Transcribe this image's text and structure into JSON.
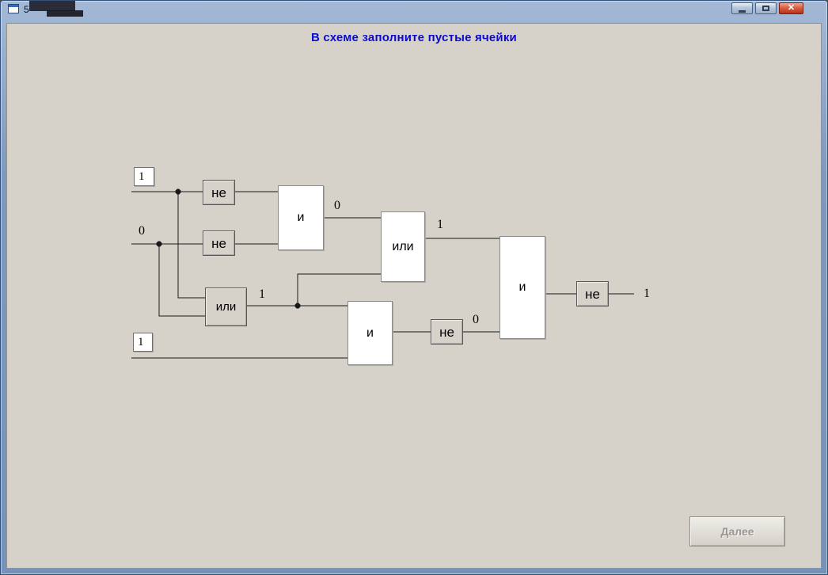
{
  "window": {
    "title": "5"
  },
  "header": {
    "title": "В схеме заполните пустые ячейки"
  },
  "circuit": {
    "inputs": {
      "in1": "1",
      "in2": "0",
      "in3": "1"
    },
    "gates": {
      "not1": "не",
      "not2": "не",
      "and1": "и",
      "or1": "или",
      "or2": "или",
      "and2": "и",
      "not3": "не",
      "and3": "и",
      "not4": "не"
    },
    "wire_labels": {
      "and1_out": "0",
      "or1_out": "1",
      "or2_out": "1",
      "not3_out": "0",
      "final_out": "1"
    }
  },
  "footer": {
    "next_label": "Далее"
  },
  "colors": {
    "title_text": "#0b0bd0",
    "client_bg": "#d6d2ca",
    "close_button": "#c0392b"
  }
}
